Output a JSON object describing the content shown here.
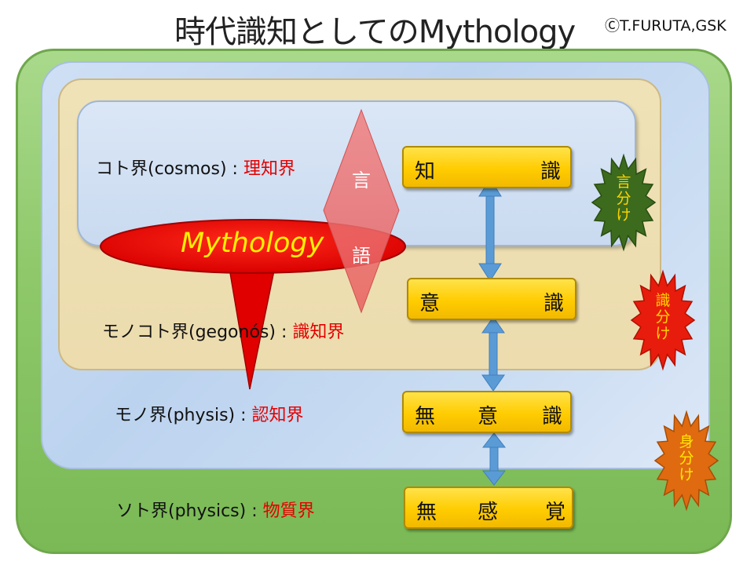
{
  "title": "時代識知としてのMythology",
  "copyright": "ⒸT.FURUTA,GSK",
  "worlds": [
    {
      "label": "コト界(cosmos) : ",
      "highlight": "理知界"
    },
    {
      "label": "モノコト界(gegonós) : ",
      "highlight": "識知界"
    },
    {
      "label": "モノ界(physis) : ",
      "highlight": "認知界"
    },
    {
      "label": "ソト界(physics) : ",
      "highlight": "物質界"
    }
  ],
  "levels": [
    {
      "chars": [
        "知",
        "識"
      ]
    },
    {
      "chars": [
        "意",
        "識"
      ]
    },
    {
      "chars": [
        "無",
        "意",
        "識"
      ]
    },
    {
      "chars": [
        "無",
        "感",
        "覚"
      ]
    }
  ],
  "diamond_chars": [
    "言",
    "語"
  ],
  "mythology_label": "Mythology",
  "bursts": [
    {
      "chars": [
        "言",
        "分",
        "け"
      ],
      "color": "#3c6b1e"
    },
    {
      "chars": [
        "識",
        "分",
        "け"
      ],
      "color": "#e81c0c"
    },
    {
      "chars": [
        "身",
        "分",
        "け"
      ],
      "color": "#e06a10"
    }
  ],
  "colors": {
    "accent_red": "#e30000",
    "box_yellow": "#ffcc00",
    "arrow_blue": "#5b9bd5"
  }
}
